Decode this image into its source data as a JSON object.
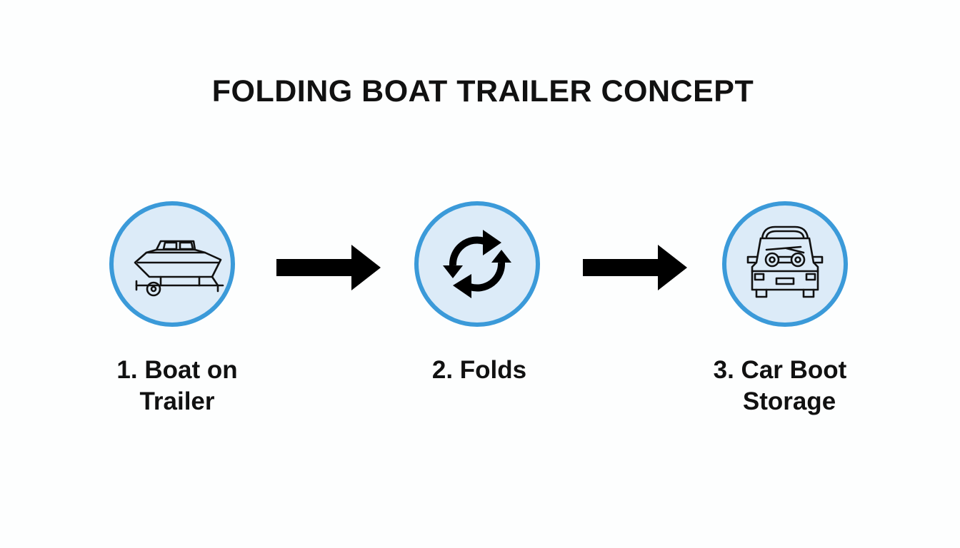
{
  "title": "FOLDING BOAT TRAILER CONCEPT",
  "colors": {
    "circle_border": "#3b9ad9",
    "circle_fill": "#dcebf8",
    "arrow": "#000000",
    "text": "#111111"
  },
  "steps": [
    {
      "label_line1": "1. Boat on",
      "label_line2": "Trailer",
      "icon": "boat-on-trailer-icon"
    },
    {
      "label_line1": "2. Folds",
      "label_line2": "",
      "icon": "refresh-cycle-icon"
    },
    {
      "label_line1": "3. Car Boot",
      "label_line2": "Storage",
      "icon": "car-boot-open-icon"
    }
  ],
  "connectors": [
    "right-arrow-icon",
    "right-arrow-icon"
  ]
}
